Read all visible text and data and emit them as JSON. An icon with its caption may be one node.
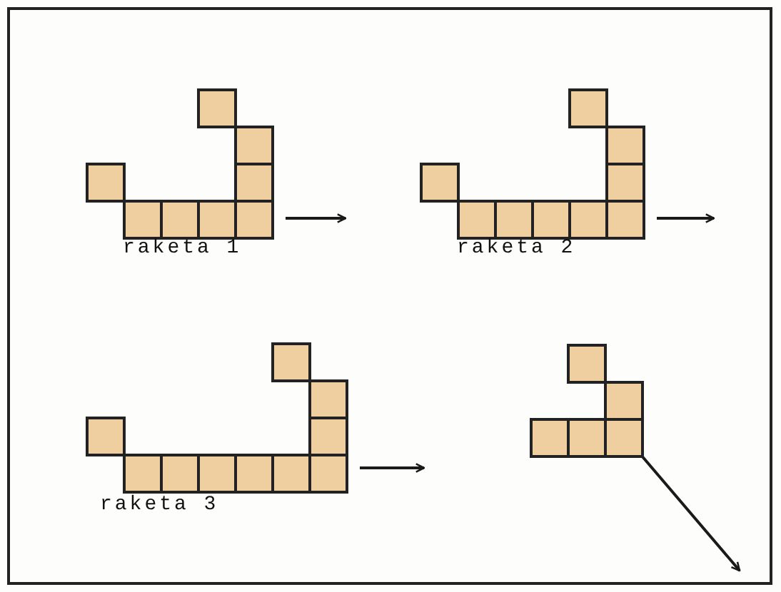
{
  "diagram": {
    "nodes": [
      {
        "text": [],
        "shape": "picture",
        "beside": [
          "raketa 1"
        ]
      },
      {
        "text": [],
        "shape": "picture",
        "beside": [
          "raketa 2"
        ]
      },
      {
        "text": [],
        "shape": "picture",
        "beside": [
          "raketa 3"
        ]
      },
      {
        "text": [],
        "shape": "picture"
      }
    ],
    "edges": [
      {
        "from": 0,
        "to": null,
        "arrow": "to"
      },
      {
        "from": 1,
        "to": null,
        "arrow": "to"
      },
      {
        "from": 2,
        "to": null,
        "arrow": "to"
      },
      {
        "from": 3,
        "to": null,
        "arrow": "to"
      }
    ]
  }
}
